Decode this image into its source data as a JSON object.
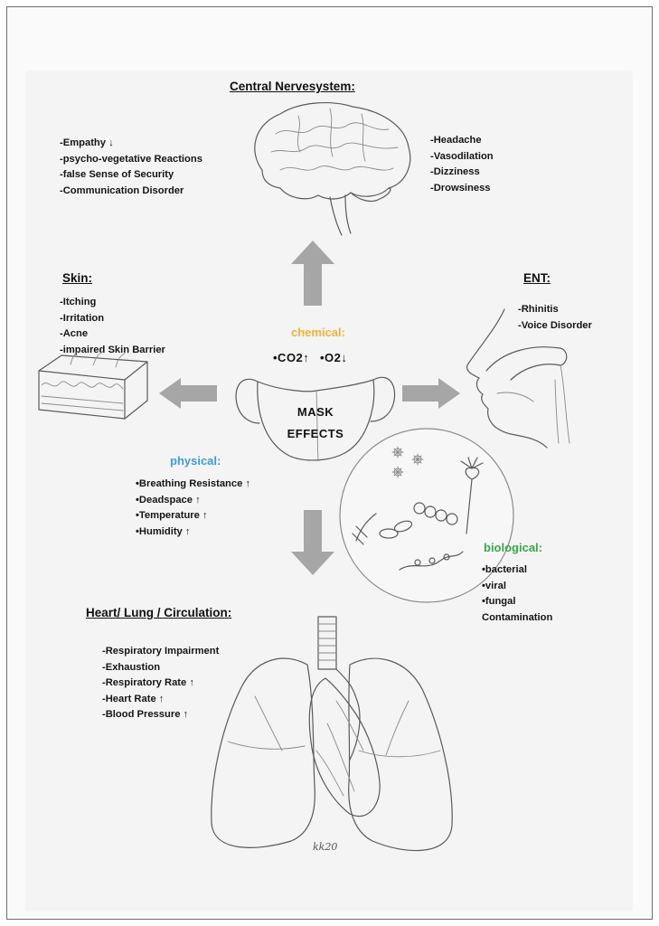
{
  "cns": {
    "title": "Central Nervesystem:",
    "left_items": [
      "-Empathy ↓",
      "-psycho-vegetative Reactions",
      "-false Sense of Security",
      "-Communication Disorder"
    ],
    "right_items": [
      "-Headache",
      "-Vasodilation",
      "-Dizziness",
      "-Drowsiness"
    ]
  },
  "skin": {
    "title": "Skin:",
    "items": [
      "-Itching",
      "-Irritation",
      "-Acne",
      "-impaired Skin Barrier"
    ]
  },
  "ent": {
    "title": "ENT:",
    "items": [
      "-Rhinitis",
      "-Voice Disorder"
    ]
  },
  "chemical": {
    "title": "chemical:",
    "co2": "•CO2↑",
    "o2": "•O2↓"
  },
  "mask": {
    "line1": "MASK",
    "line2": "EFFECTS"
  },
  "physical": {
    "title": "physical:",
    "items": [
      "•Breathing Resistance ↑",
      "•Deadspace ↑",
      "•Temperature ↑",
      "•Humidity ↑"
    ]
  },
  "biological": {
    "title": "biological:",
    "items": [
      "•bacterial",
      "•viral",
      "•fungal",
      "Contamination"
    ]
  },
  "heart": {
    "title": "Heart/ Lung / Circulation:",
    "items": [
      "-Respiratory Impairment",
      "-Exhaustion",
      "-Respiratory Rate ↑",
      "-Heart Rate ↑",
      "-Blood Pressure ↑"
    ]
  },
  "signature": "kk20",
  "colors": {
    "chemical": "#f0b33a",
    "physical": "#3b9dd6",
    "biological": "#3aa54a",
    "arrow": "#a6a6a6"
  }
}
